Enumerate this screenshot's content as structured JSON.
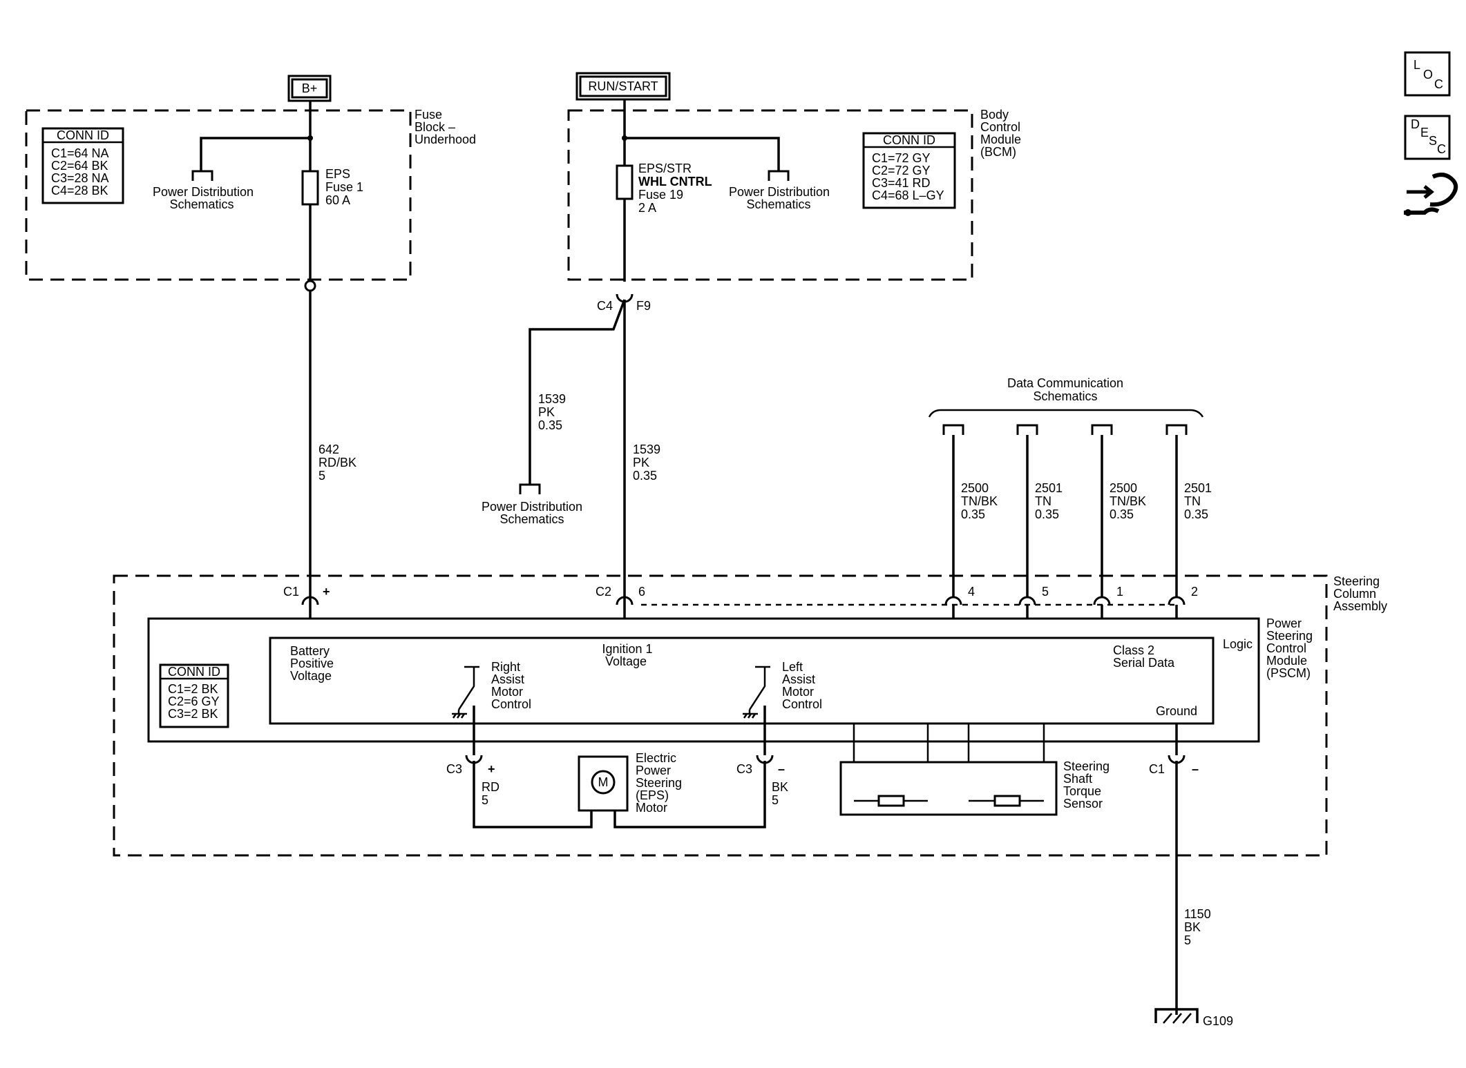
{
  "sources": {
    "battery": "B+",
    "run_start": "RUN/START"
  },
  "fuse_block": {
    "title": [
      "Fuse",
      "Block –",
      "Underhood"
    ],
    "conn_title": "CONN ID",
    "conn": [
      "C1=64 NA",
      "C2=64 BK",
      "C3=28 NA",
      "C4=28 BK"
    ],
    "pd_label": [
      "Power Distribution",
      "Schematics"
    ],
    "fuse": [
      "EPS",
      "Fuse 1",
      "60 A"
    ]
  },
  "bcm": {
    "title": [
      "Body",
      "Control",
      "Module",
      "(BCM)"
    ],
    "conn_title": "CONN ID",
    "conn": [
      "C1=72 GY",
      "C2=72 GY",
      "C3=41 RD",
      "C4=68 L–GY"
    ],
    "pd_label": [
      "Power Distribution",
      "Schematics"
    ],
    "fuse": [
      "EPS/STR",
      "WHL CNTRL",
      "Fuse 19",
      "2 A"
    ],
    "connector": "C4",
    "pin": "F9"
  },
  "wires": {
    "w642": [
      "642",
      "RD/BK",
      "5"
    ],
    "w1539a": [
      "1539",
      "PK",
      "0.35"
    ],
    "w1539b": [
      "1539",
      "PK",
      "0.35"
    ],
    "w2500a": [
      "2500",
      "TN/BK",
      "0.35"
    ],
    "w2501a": [
      "2501",
      "TN",
      "0.35"
    ],
    "w2500b": [
      "2500",
      "TN/BK",
      "0.35"
    ],
    "w2501b": [
      "2501",
      "TN",
      "0.35"
    ],
    "w1150": [
      "1150",
      "BK",
      "5"
    ],
    "wrd": [
      "RD",
      "5"
    ],
    "wbk": [
      "BK",
      "5"
    ]
  },
  "pd_mid": [
    "Power Distribution",
    "Schematics"
  ],
  "data_comm": [
    "Data Communication",
    "Schematics"
  ],
  "steering_column": {
    "title": [
      "Steering",
      "Column",
      "Assembly"
    ]
  },
  "pscm": {
    "title": [
      "Power",
      "Steering",
      "Control",
      "Module",
      "(PSCM)"
    ],
    "conn_title": "CONN ID",
    "conn": [
      "C1=2 BK",
      "C2=6 GY",
      "C3=2 BK"
    ],
    "logic": "Logic",
    "battery_voltage": [
      "Battery",
      "Positive",
      "Voltage"
    ],
    "ignition": [
      "Ignition 1",
      "Voltage"
    ],
    "class2": [
      "Class 2",
      "Serial Data"
    ],
    "ground": "Ground",
    "right_motor": [
      "Right",
      "Assist",
      "Motor",
      "Control"
    ],
    "left_motor": [
      "Left",
      "Assist",
      "Motor",
      "Control"
    ]
  },
  "connectors": {
    "c1_top": "C1",
    "c1_top_pin": "+",
    "c2": "C2",
    "c2_pin6": "6",
    "pin4": "4",
    "pin5": "5",
    "pin1": "1",
    "pin2": "2",
    "c3_left": "C3",
    "c3_left_pin": "+",
    "c3_right": "C3",
    "c3_right_pin": "–",
    "c1_bottom": "C1",
    "c1_bottom_pin": "–"
  },
  "motor": {
    "symbol": "M",
    "label": [
      "Electric",
      "Power",
      "Steering",
      "(EPS)",
      "Motor"
    ]
  },
  "torque_sensor": [
    "Steering",
    "Shaft",
    "Torque",
    "Sensor"
  ],
  "ground": "G109",
  "icons": {
    "loc": [
      "L",
      "O",
      "C"
    ],
    "desc": [
      "D",
      "E",
      "S",
      "C"
    ]
  }
}
